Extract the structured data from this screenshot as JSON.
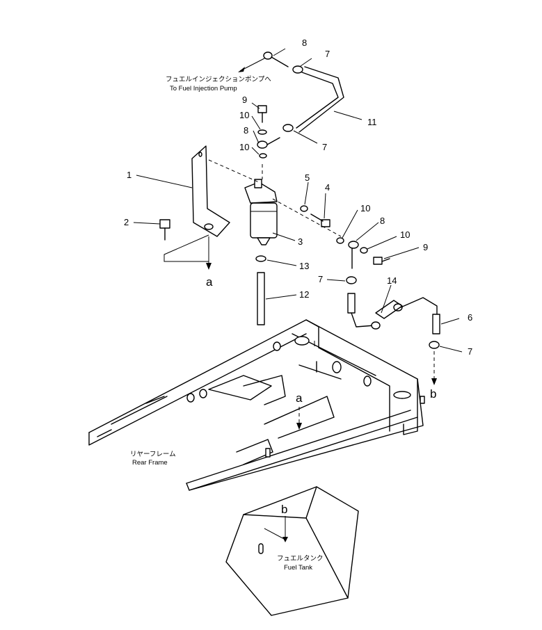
{
  "callouts": {
    "c1": "1",
    "c2": "2",
    "c3": "3",
    "c4": "4",
    "c5": "5",
    "c6": "6",
    "c7a": "7",
    "c7b": "7",
    "c7c": "7",
    "c7d": "7",
    "c8a": "8",
    "c8b": "8",
    "c8c": "8",
    "c9a": "9",
    "c9b": "9",
    "c10a": "10",
    "c10b": "10",
    "c10c": "10",
    "c10d": "10",
    "c11": "11",
    "c12": "12",
    "c13": "13",
    "c14": "14"
  },
  "refs": {
    "a_top": "a",
    "a_frame": "a",
    "b_right": "b",
    "b_tank": "b"
  },
  "notes": {
    "pump_jp": "フュエルインジェクションポンプへ",
    "pump_en": "To Fuel Injection Pump",
    "frame_jp": "リヤーフレーム",
    "frame_en": "Rear Frame",
    "tank_jp": "フュエルタンク",
    "tank_en": "Fuel Tank"
  }
}
